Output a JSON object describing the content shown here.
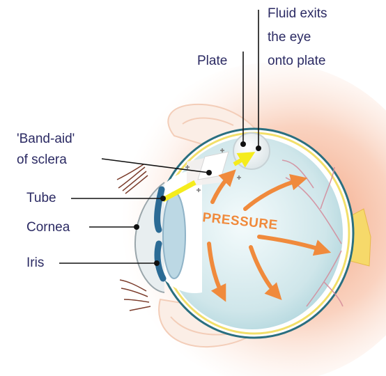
{
  "labels": {
    "fluid_exits_line1": "Fluid exits",
    "fluid_exits_line2": "the eye",
    "fluid_exits_line3": "onto plate",
    "plate": "Plate",
    "band_aid_line1": "'Band-aid'",
    "band_aid_line2": "of sclera",
    "tube": "Tube",
    "cornea": "Cornea",
    "iris": "Iris",
    "pressure": "PRESSURE"
  },
  "colors": {
    "text": "#2b2a63",
    "pressure_arrows": "#f08a3c",
    "tube": "#f5ec1c",
    "eye_fluid": "#cfe6ea",
    "sclera_edge": "#2a6f80",
    "glow": "#f6c2a8"
  }
}
